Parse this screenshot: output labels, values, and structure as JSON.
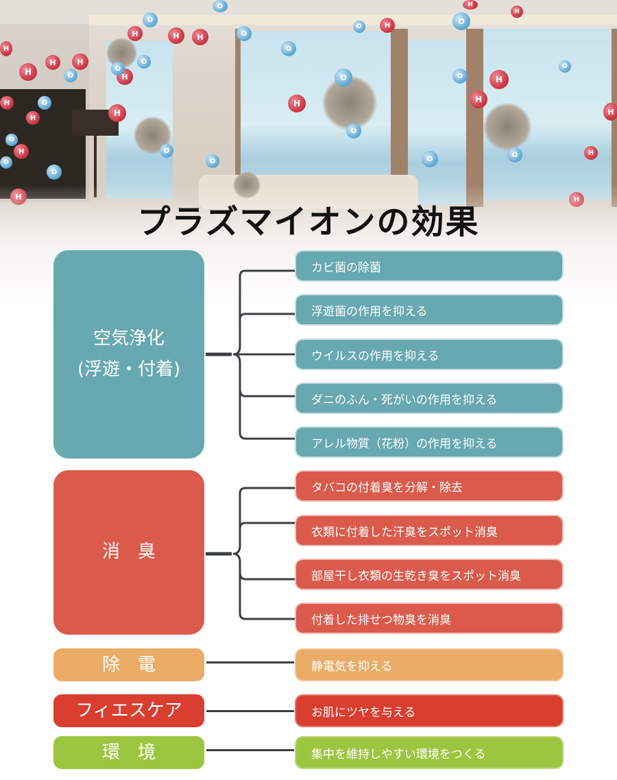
{
  "title": "プラズマイオンの効果",
  "colors": {
    "air": "#67a8b1",
    "deodorize": "#da5b4c",
    "static": "#eaac67",
    "skincare": "#d93e30",
    "environment": "#9cc640",
    "connector": "#3b3f41",
    "title": "#111111"
  },
  "categories": [
    {
      "id": "air",
      "label_line1": "空気浄化",
      "label_line2": "(浮遊・付着)",
      "items": [
        "カビ菌の除菌",
        "浮遊菌の作用を抑える",
        "ウイルスの作用を抑える",
        "ダニのふん・死がいの作用を抑える",
        "アレル物質（花粉）の作用を抑える"
      ]
    },
    {
      "id": "deodorize",
      "label": "消　臭",
      "items": [
        "タバコの付着臭を分解・除去",
        "衣類に付着した汗臭をスポット消臭",
        "部屋干し衣類の生乾き臭をスポット消臭",
        "付着した排せつ物臭を消臭"
      ]
    },
    {
      "id": "static",
      "label": "除　電",
      "items": [
        "静電気を抑える"
      ]
    },
    {
      "id": "skincare",
      "label": "フィエスケア",
      "items": [
        "お肌にツヤを与える"
      ]
    },
    {
      "id": "environment",
      "label": "環　境",
      "items": [
        "集中を維持しやすい環境をつくる"
      ]
    }
  ],
  "background": {
    "ion_labels": {
      "hydrogen": "H",
      "oxygen": "O"
    }
  }
}
